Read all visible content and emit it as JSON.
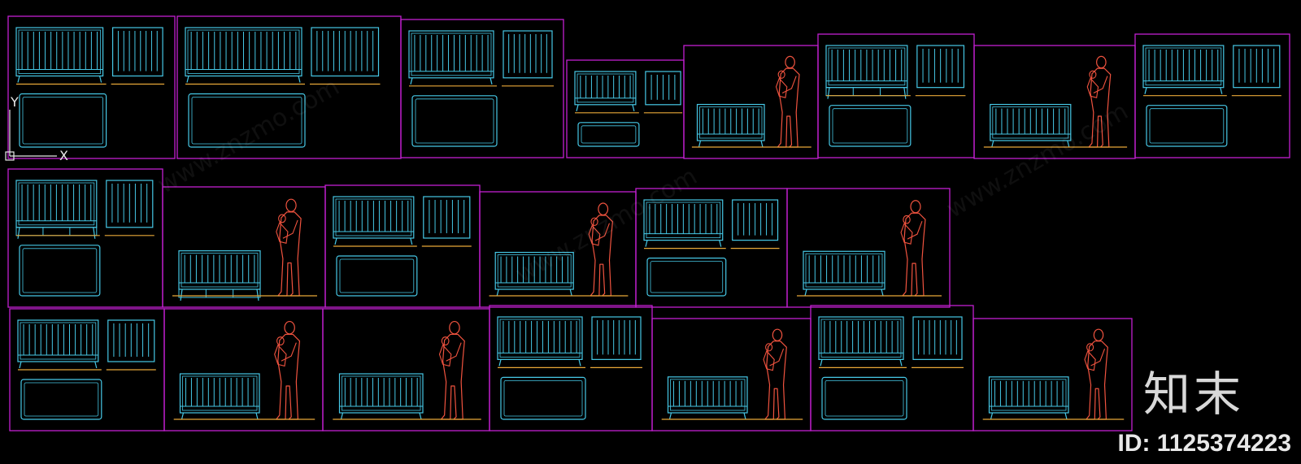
{
  "colors": {
    "frame": "#c21fd0",
    "crib": "#46c8e6",
    "floor": "#e8a838",
    "person": "#f0533f",
    "axis": "#e8e8e8"
  },
  "axis": {
    "x_label": "X",
    "y_label": "Y"
  },
  "brand": {
    "text": "知末"
  },
  "id_label": {
    "text": "ID: 1125374223"
  },
  "watermark": {
    "text": "www.znzmo.com"
  },
  "rows": [
    {
      "panels": [
        {
          "kind": "plan-front-side"
        },
        {
          "kind": "plan-front-side"
        },
        {
          "kind": "plan-front-side"
        },
        {
          "kind": "plan-front-side"
        },
        {
          "kind": "person-crib"
        },
        {
          "kind": "plan-front-side"
        },
        {
          "kind": "person-crib"
        },
        {
          "kind": "plan-front-side"
        }
      ]
    },
    {
      "panels": [
        {
          "kind": "plan-front-side"
        },
        {
          "kind": "person-crib"
        },
        {
          "kind": "plan-front-side"
        },
        {
          "kind": "person-crib"
        },
        {
          "kind": "plan-front-side"
        },
        {
          "kind": "person-crib"
        }
      ]
    },
    {
      "panels": [
        {
          "kind": "plan-front-side"
        },
        {
          "kind": "person-crib"
        },
        {
          "kind": "person-crib"
        },
        {
          "kind": "plan-front-side"
        },
        {
          "kind": "person-crib"
        },
        {
          "kind": "plan-front-side"
        },
        {
          "kind": "person-crib"
        }
      ]
    }
  ]
}
